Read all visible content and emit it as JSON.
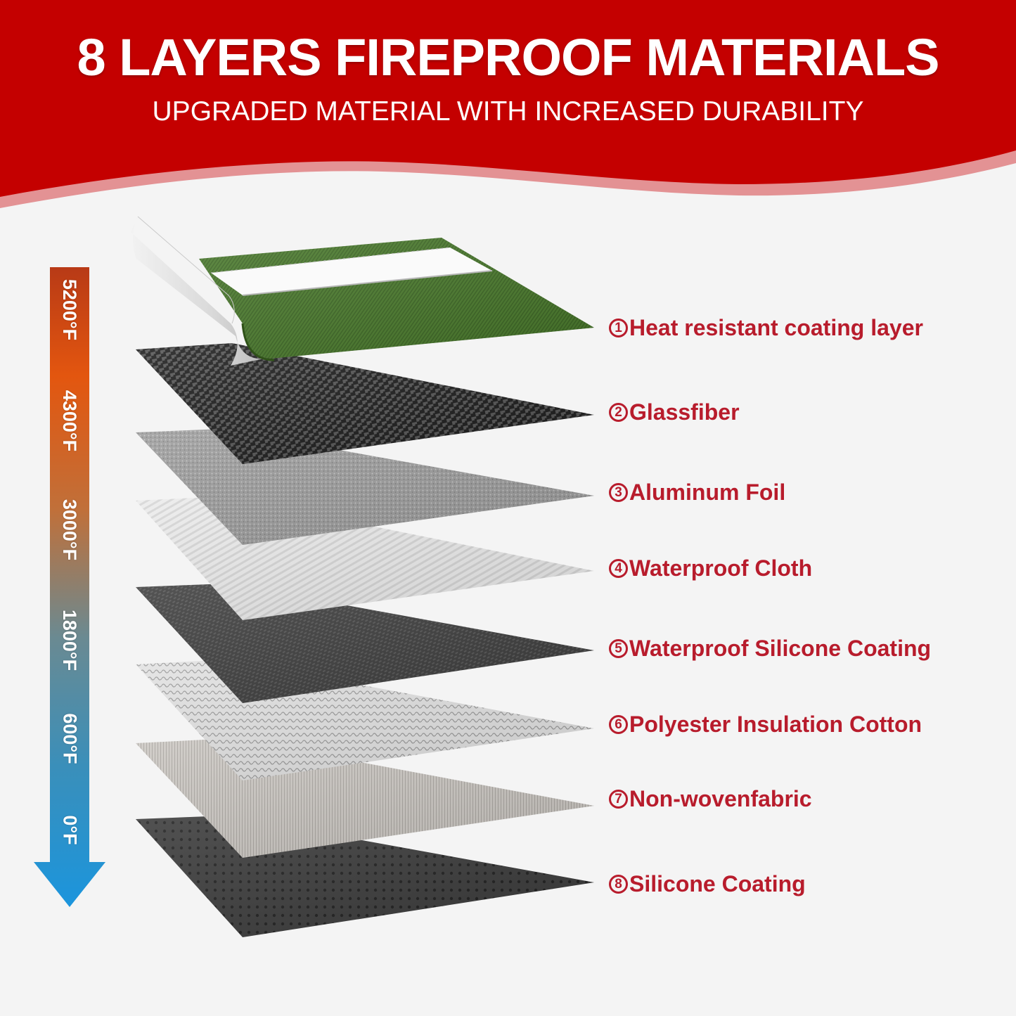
{
  "header": {
    "title": "8 LAYERS FIREPROOF MATERIALS",
    "subtitle": "UPGRADED MATERIAL WITH INCREASED DURABILITY",
    "band_color": "#c40000",
    "wave_edge_color": "#e39294"
  },
  "temperature_scale": {
    "direction": "down",
    "gradient": [
      "#b83a16",
      "#e3560f",
      "#c0703a",
      "#6a8a92",
      "#3a8fba",
      "#1b95dd"
    ],
    "labels": [
      "5200°F",
      "4300°F",
      "3000°F",
      "1800°F",
      "600°F",
      "0°F"
    ]
  },
  "layers": [
    {
      "number": "1",
      "label": "Heat resistant coating layer",
      "material": "green-coated-fabric-with-white-reflective-strip",
      "color": "#4a7a2c"
    },
    {
      "number": "2",
      "label": "Glassfiber",
      "material": "black-houndstooth-weave",
      "color": "#2b2b2b"
    },
    {
      "number": "3",
      "label": "Aluminum Foil",
      "material": "textured-silver-foil",
      "color": "#9a9a9a"
    },
    {
      "number": "4",
      "label": "Waterproof Cloth",
      "material": "white-diagonal-twill",
      "color": "#e6e6e6"
    },
    {
      "number": "5",
      "label": "Waterproof Silicone Coating",
      "material": "dark-grey-twill",
      "color": "#444444"
    },
    {
      "number": "6",
      "label": "Polyester Insulation Cotton",
      "material": "light-grey-mesh",
      "color": "#cfcfcf"
    },
    {
      "number": "7",
      "label": "Non-wovenfabric",
      "material": "beige-grey-linen",
      "color": "#c9c5c0"
    },
    {
      "number": "8",
      "label": "Silicone Coating",
      "material": "black-dotted-sheet",
      "color": "#333333"
    }
  ],
  "label_color": "#b81c2c",
  "background_color": "#f4f4f4"
}
